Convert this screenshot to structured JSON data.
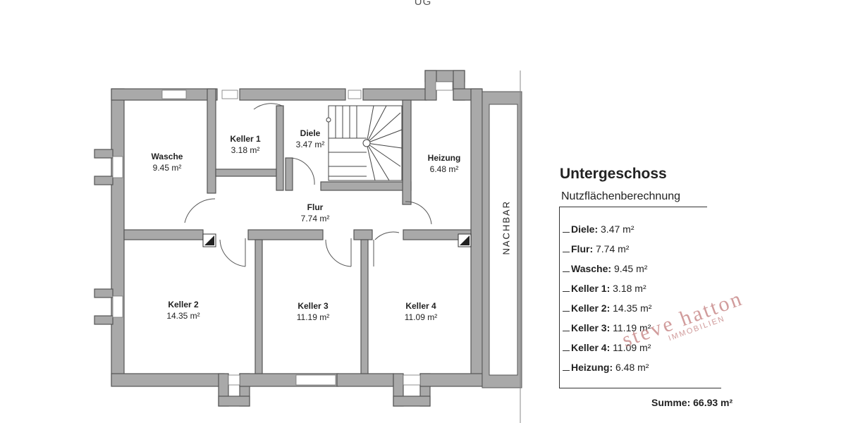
{
  "header": {
    "floor_label": "UG"
  },
  "rooms": {
    "wasche": {
      "name": "Wasche",
      "area": "9.45 m²"
    },
    "keller1": {
      "name": "Keller 1",
      "area": "3.18 m²"
    },
    "diele": {
      "name": "Diele",
      "area": "3.47 m²"
    },
    "heizung": {
      "name": "Heizung",
      "area": "6.48 m²"
    },
    "flur": {
      "name": "Flur",
      "area": "7.74 m²"
    },
    "keller2": {
      "name": "Keller 2",
      "area": "14.35 m²"
    },
    "keller3": {
      "name": "Keller 3",
      "area": "11.19 m²"
    },
    "keller4": {
      "name": "Keller 4",
      "area": "11.09 m²"
    }
  },
  "neighbor_label": "NACHBAR",
  "legend": {
    "title": "Untergeschoss",
    "subtitle": "Nutzflächenberechnung",
    "items": [
      {
        "key": "Diele:",
        "value": "3.47 m²"
      },
      {
        "key": "Flur:",
        "value": "7.74 m²"
      },
      {
        "key": "Wasche:",
        "value": "9.45 m²"
      },
      {
        "key": "Keller 1:",
        "value": "3.18 m²"
      },
      {
        "key": "Keller 2:",
        "value": "14.35 m²"
      },
      {
        "key": "Keller 3:",
        "value": "11.19 m²"
      },
      {
        "key": "Keller 4:",
        "value": "11.09 m²"
      },
      {
        "key": "Heizung:",
        "value": "6.48 m²"
      }
    ],
    "total": "Summe: 66.93 m²"
  },
  "watermark": {
    "main": "steve hatton",
    "sub": "IMMOBILIEN"
  },
  "colors": {
    "wall": "#a9a9a9",
    "wall_edge": "#555555",
    "watermark": "#c98b8b"
  }
}
